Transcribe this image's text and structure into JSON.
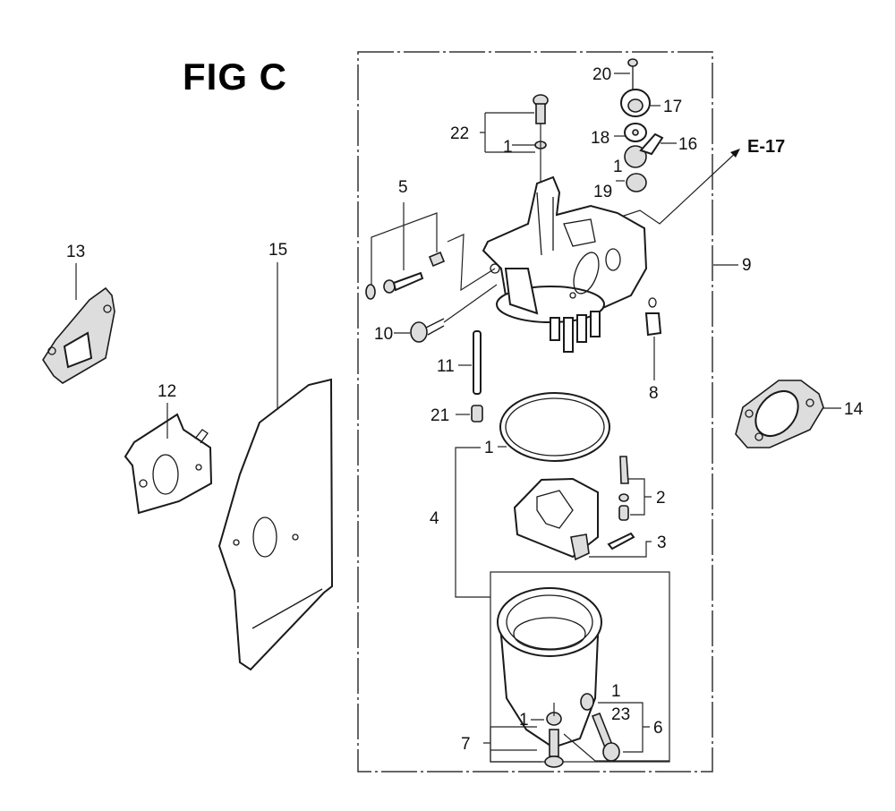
{
  "figure": {
    "title": "FIG C",
    "reference": "E-17",
    "callouts": {
      "c1": "1",
      "c1b": "1",
      "c1c": "1",
      "c1d": "1",
      "c1e": "1",
      "c2": "2",
      "c3": "3",
      "c4": "4",
      "c5": "5",
      "c6": "6",
      "c7": "7",
      "c8": "8",
      "c9": "9",
      "c10": "10",
      "c11": "11",
      "c12": "12",
      "c13": "13",
      "c14": "14",
      "c15": "15",
      "c16": "16",
      "c17": "17",
      "c18": "18",
      "c19": "19",
      "c20": "20",
      "c21": "21",
      "c22": "22",
      "c23": "23"
    }
  }
}
